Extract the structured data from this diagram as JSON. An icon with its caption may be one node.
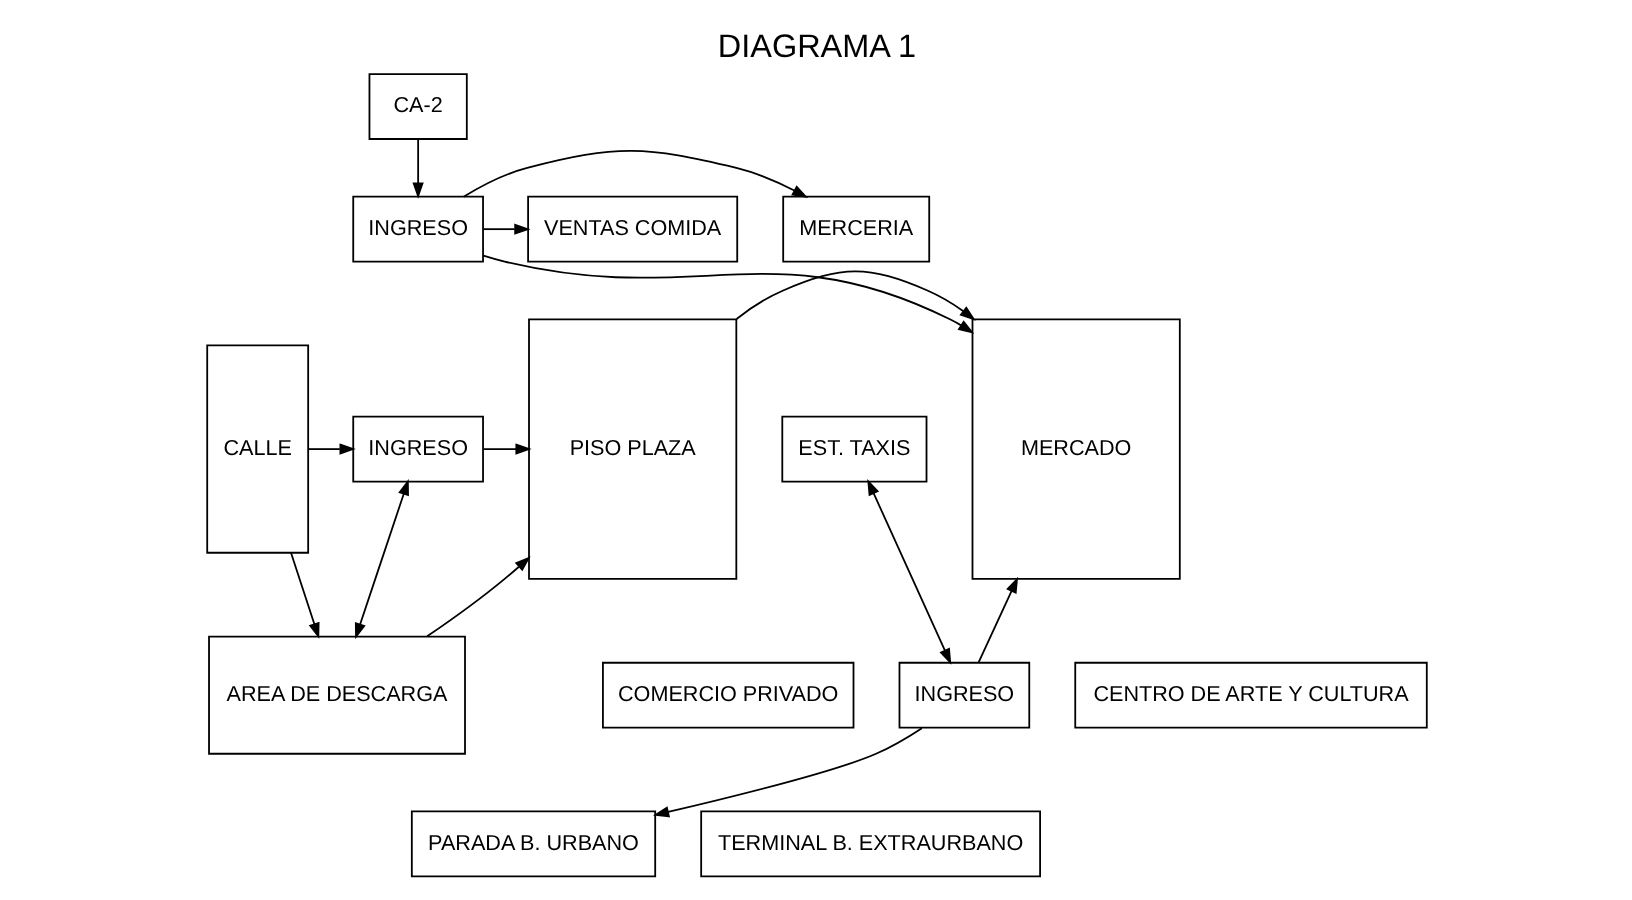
{
  "diagram": {
    "title": "DIAGRAMA 1",
    "nodes": [
      {
        "text": [
          "CA-2"
        ]
      },
      {
        "text": [
          "VENTAS COMIDA"
        ]
      },
      {
        "text": [
          "INGRESO"
        ]
      },
      {
        "text": [
          "MERCERIA"
        ]
      },
      {
        "text": [
          "CALLE"
        ]
      },
      {
        "text": [
          "INGRESO"
        ]
      },
      {
        "text": [
          "AREA DE DESCARGA"
        ]
      },
      {
        "text": [
          "PISO PLAZA"
        ]
      },
      {
        "text": [
          "MERCADO"
        ]
      },
      {
        "text": [
          "EST. TAXIS"
        ]
      },
      {
        "text": [
          "INGRESO"
        ]
      },
      {
        "text": [
          "PARADA B. URBANO"
        ]
      },
      {
        "text": [
          "COMERCIO PRIVADO"
        ]
      },
      {
        "text": [
          "CENTRO DE ARTE Y CULTURA"
        ]
      },
      {
        "text": [
          "TERMINAL B. EXTRAURBANO"
        ]
      }
    ],
    "edges": [
      {
        "from": 0,
        "to": 2,
        "arrow": "to"
      },
      {
        "from": 2,
        "to": 1,
        "arrow": "to"
      },
      {
        "from": 2,
        "to": 3,
        "arrow": "to"
      },
      {
        "from": 2,
        "to": 8,
        "arrow": "to"
      },
      {
        "from": 4,
        "to": 5,
        "arrow": "to"
      },
      {
        "from": 4,
        "to": 6,
        "arrow": "to"
      },
      {
        "from": 5,
        "to": 6,
        "arrow": "both"
      },
      {
        "from": 5,
        "to": 7,
        "arrow": "to"
      },
      {
        "from": 6,
        "to": 7,
        "arrow": "to"
      },
      {
        "from": 7,
        "to": 8,
        "arrow": "to"
      },
      {
        "from": 9,
        "to": 10,
        "arrow": "both"
      },
      {
        "from": 10,
        "to": 8,
        "arrow": "to"
      },
      {
        "from": 10,
        "to": 11,
        "arrow": "to"
      }
    ]
  }
}
